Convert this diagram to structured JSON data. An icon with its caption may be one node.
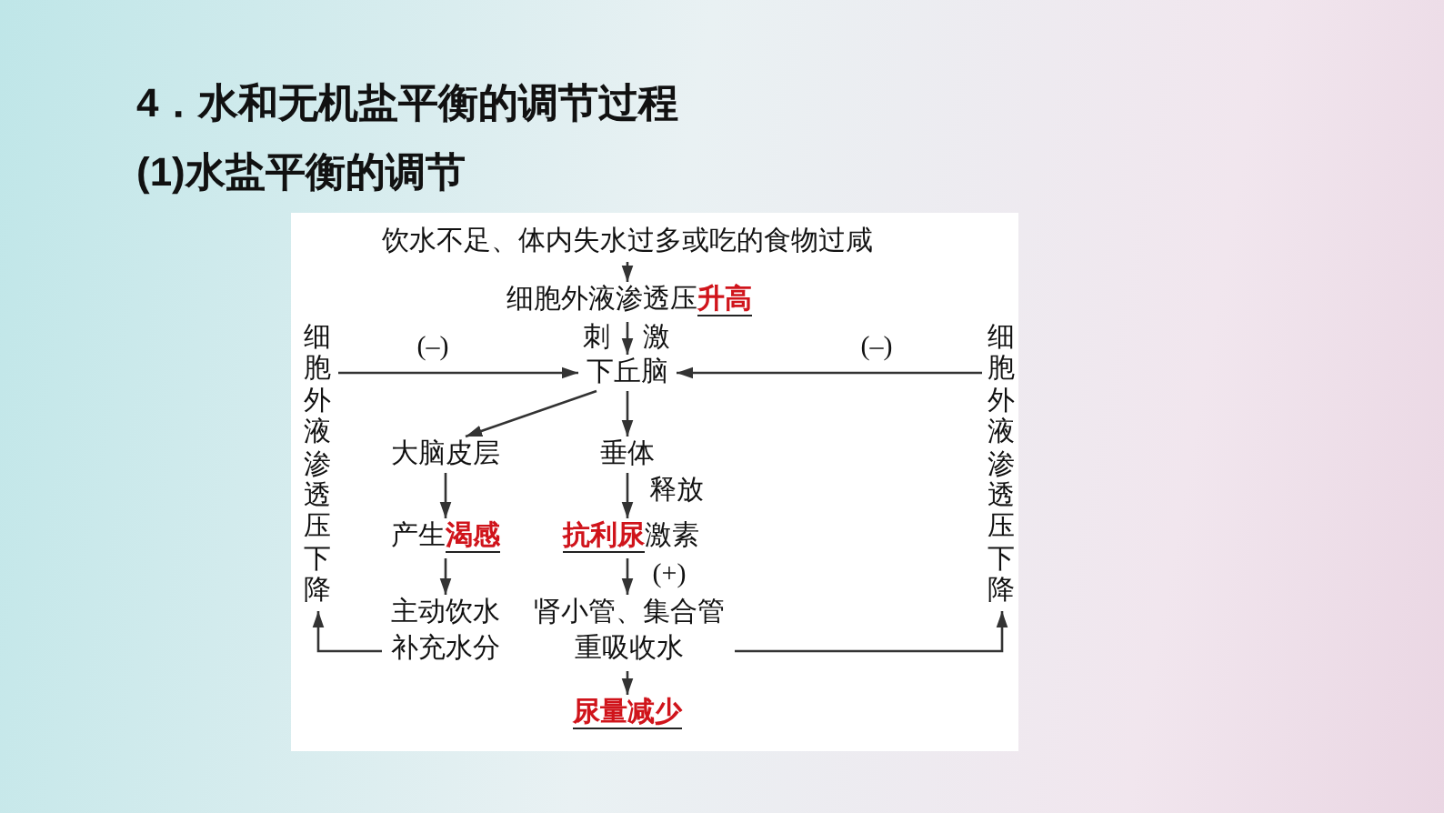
{
  "diagram": {
    "title": "4．水和无机盐平衡的调节过程",
    "nodes": [
      {
        "text": [
          "饮水不足、体内失水过多或吃的食物过咸"
        ]
      },
      {
        "text": [
          "细胞外液渗透压**升高**"
        ]
      },
      {
        "text": [
          "下丘脑"
        ]
      },
      {
        "text": [
          "大脑皮层"
        ]
      },
      {
        "text": [
          "垂体"
        ]
      },
      {
        "text": [
          "产生**渴感**"
        ]
      },
      {
        "text": [
          "**抗利尿**激素"
        ]
      },
      {
        "text": [
          "主动饮水补充水分"
        ]
      },
      {
        "text": [
          "肾小管、集合管重吸收水"
        ]
      },
      {
        "text": [
          "**尿量减少**"
        ]
      },
      {
        "text": [
          "细胞外液渗透压下降"
        ]
      },
      {
        "text": [
          "细胞外液渗透压下降"
        ]
      }
    ],
    "edges": [
      {
        "from": 0,
        "to": 1,
        "arrow": "to"
      },
      {
        "from": 1,
        "to": 2,
        "arrow": "to",
        "label": "刺激"
      },
      {
        "from": 2,
        "to": 3,
        "arrow": "to"
      },
      {
        "from": 2,
        "to": 4,
        "arrow": "to"
      },
      {
        "from": 4,
        "to": 6,
        "arrow": "to",
        "label": "释放"
      },
      {
        "from": 3,
        "to": 5,
        "arrow": "to"
      },
      {
        "from": 6,
        "to": 8,
        "arrow": "to",
        "label": "(+)"
      },
      {
        "from": 5,
        "to": 7,
        "arrow": "to"
      },
      {
        "from": 8,
        "to": 9,
        "arrow": "to"
      },
      {
        "from": 7,
        "to": 10,
        "arrow": "to"
      },
      {
        "from": 8,
        "to": 11,
        "arrow": "to"
      },
      {
        "from": 10,
        "to": 2,
        "arrow": "to",
        "label": "(–)"
      },
      {
        "from": 11,
        "to": 2,
        "arrow": "to",
        "label": "(–)"
      }
    ],
    "labels": [
      "(1)水盐平衡的调节"
    ]
  }
}
